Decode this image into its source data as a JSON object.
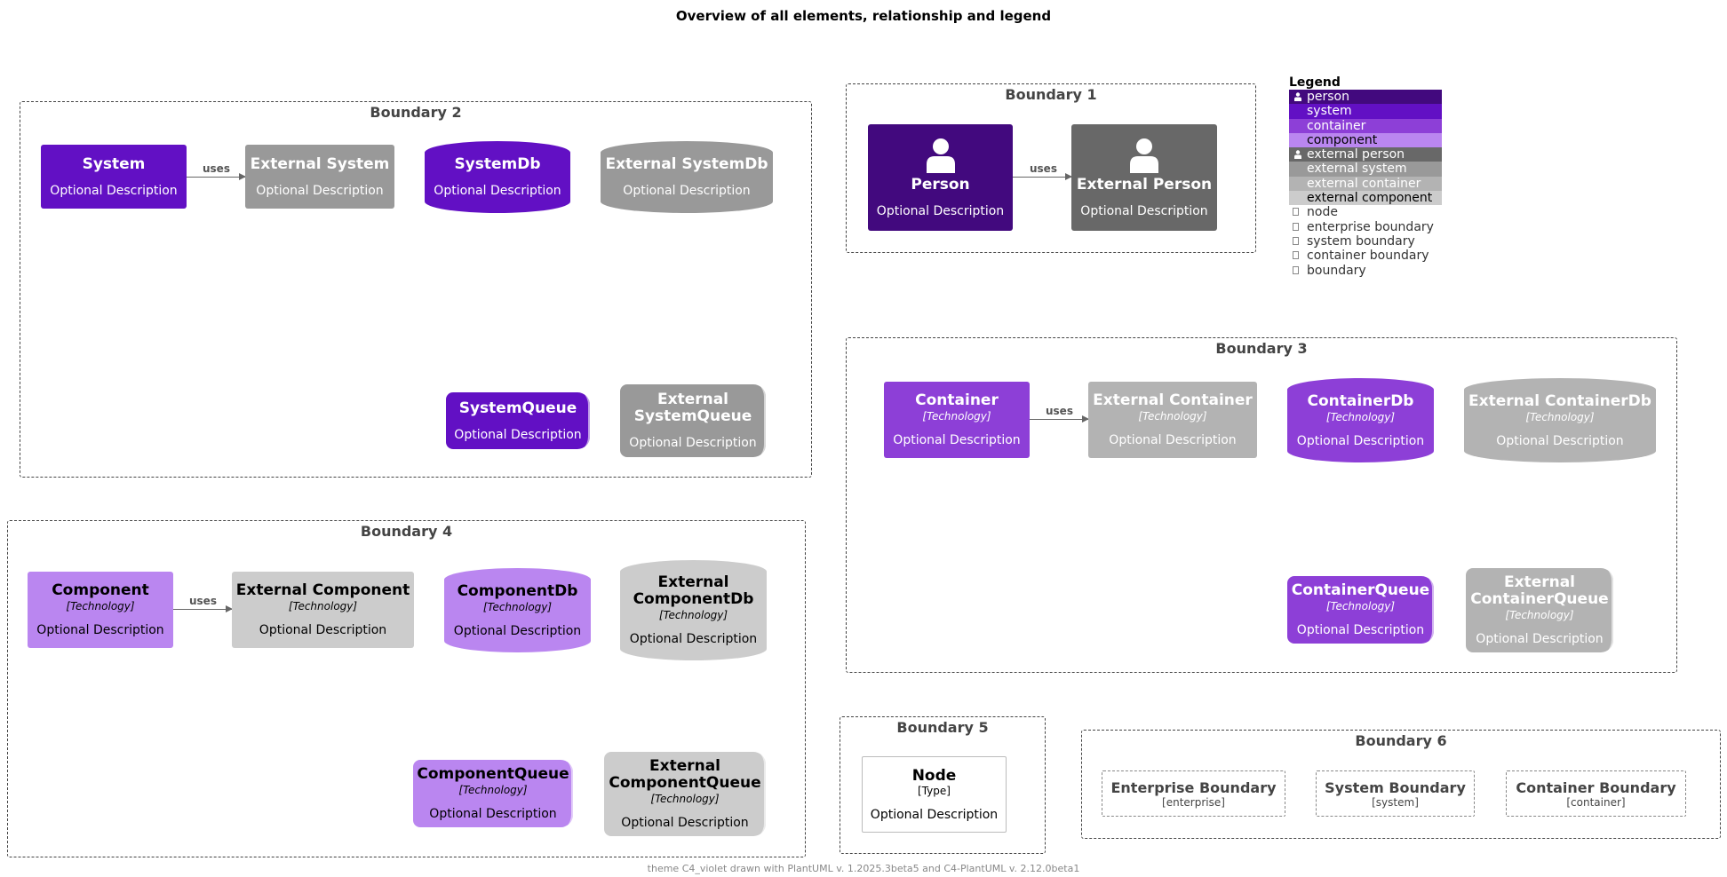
{
  "diagram": {
    "title": "Overview of all elements, relationship and legend",
    "footer": "theme C4_violet drawn with PlantUML v. 1.2025.3beta5 and C4-PlantUML v. 2.12.0beta1"
  },
  "relationship_label": "uses",
  "boundary1": {
    "title": "Boundary 1",
    "person": {
      "name": "Person",
      "desc": "Optional Description"
    },
    "external_person": {
      "name": "External Person",
      "desc": "Optional Description"
    }
  },
  "boundary2": {
    "title": "Boundary 2",
    "system": {
      "name": "System",
      "desc": "Optional Description"
    },
    "external_system": {
      "name": "External System",
      "desc": "Optional Description"
    },
    "system_db": {
      "name": "SystemDb",
      "desc": "Optional Description"
    },
    "external_system_db": {
      "name": "External SystemDb",
      "desc": "Optional Description"
    },
    "system_queue": {
      "name": "SystemQueue",
      "desc": "Optional Description"
    },
    "external_system_queue": {
      "name_line1": "External",
      "name_line2": "SystemQueue",
      "desc": "Optional Description"
    }
  },
  "boundary3": {
    "title": "Boundary 3",
    "container": {
      "name": "Container",
      "tech": "[Technology]",
      "desc": "Optional Description"
    },
    "external_container": {
      "name": "External Container",
      "tech": "[Technology]",
      "desc": "Optional Description"
    },
    "container_db": {
      "name": "ContainerDb",
      "tech": "[Technology]",
      "desc": "Optional Description"
    },
    "external_container_db": {
      "name": "External ContainerDb",
      "tech": "[Technology]",
      "desc": "Optional Description"
    },
    "container_queue": {
      "name": "ContainerQueue",
      "tech": "[Technology]",
      "desc": "Optional Description"
    },
    "external_container_queue": {
      "name_line1": "External",
      "name_line2": "ContainerQueue",
      "tech": "[Technology]",
      "desc": "Optional Description"
    }
  },
  "boundary4": {
    "title": "Boundary 4",
    "component": {
      "name": "Component",
      "tech": "[Technology]",
      "desc": "Optional Description"
    },
    "external_component": {
      "name": "External Component",
      "tech": "[Technology]",
      "desc": "Optional Description"
    },
    "component_db": {
      "name": "ComponentDb",
      "tech": "[Technology]",
      "desc": "Optional Description"
    },
    "external_component_db": {
      "name_line1": "External",
      "name_line2": "ComponentDb",
      "tech": "[Technology]",
      "desc": "Optional Description"
    },
    "component_queue": {
      "name": "ComponentQueue",
      "tech": "[Technology]",
      "desc": "Optional Description"
    },
    "external_component_queue": {
      "name_line1": "External",
      "name_line2": "ComponentQueue",
      "tech": "[Technology]",
      "desc": "Optional Description"
    }
  },
  "boundary5": {
    "title": "Boundary 5",
    "node": {
      "name": "Node",
      "type": "[Type]",
      "desc": "Optional Description"
    }
  },
  "boundary6": {
    "title": "Boundary 6",
    "enterprise": {
      "name": "Enterprise Boundary",
      "type": "[enterprise]"
    },
    "system": {
      "name": "System Boundary",
      "type": "[system]"
    },
    "container": {
      "name": "Container Boundary",
      "type": "[container]"
    }
  },
  "legend": {
    "title": "Legend",
    "items": [
      {
        "label": "person",
        "bg": "#42097e",
        "fg": "#ffffff",
        "icon": "person-icon"
      },
      {
        "label": "system",
        "bg": "#6210c4",
        "fg": "#ffffff"
      },
      {
        "label": "container",
        "bg": "#8d3fd7",
        "fg": "#ffffff"
      },
      {
        "label": "component",
        "bg": "#ba86f0",
        "fg": "#000000"
      },
      {
        "label": "external person",
        "bg": "#686868",
        "fg": "#ffffff",
        "icon": "person-icon"
      },
      {
        "label": "external system",
        "bg": "#999999",
        "fg": "#ffffff"
      },
      {
        "label": "external container",
        "bg": "#b3b3b3",
        "fg": "#ffffff"
      },
      {
        "label": "external component",
        "bg": "#cccccc",
        "fg": "#000000"
      },
      {
        "label": "node"
      },
      {
        "label": "enterprise boundary"
      },
      {
        "label": "system boundary"
      },
      {
        "label": "container boundary"
      },
      {
        "label": "boundary"
      }
    ]
  }
}
